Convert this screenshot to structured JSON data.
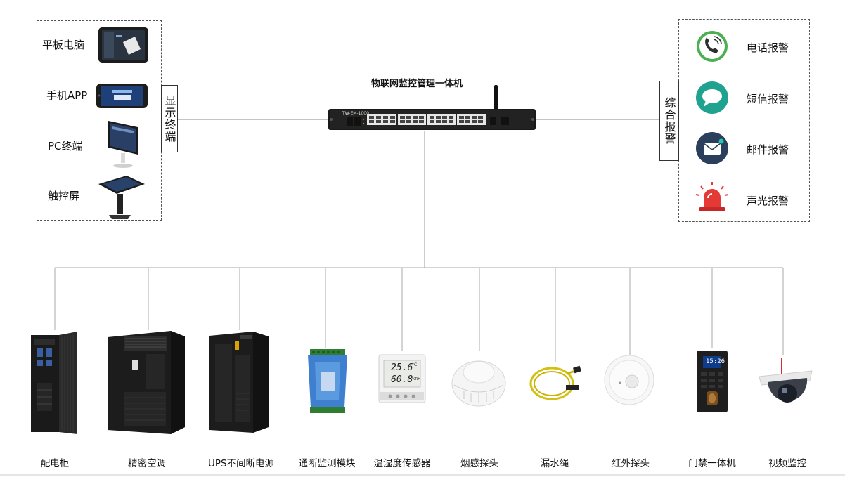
{
  "hub": {
    "title": "物联网监控管理一体机",
    "model": "TW-EM-1000"
  },
  "display_group": {
    "label": "显示终端",
    "terminals": [
      {
        "label": "平板电脑",
        "icon": "tablet-icon"
      },
      {
        "label": "手机APP",
        "icon": "phone-icon"
      },
      {
        "label": "PC终端",
        "icon": "monitor-icon"
      },
      {
        "label": "触控屏",
        "icon": "kiosk-icon"
      }
    ]
  },
  "alarm_group": {
    "label": "综合报警",
    "alarms": [
      {
        "label": "电话报警",
        "icon": "phone-call-icon",
        "color": "#4caf50"
      },
      {
        "label": "短信报警",
        "icon": "chat-bubble-icon",
        "color": "#1fa38f"
      },
      {
        "label": "邮件报警",
        "icon": "envelope-icon",
        "color": "#2b3e5c"
      },
      {
        "label": "声光报警",
        "icon": "alarm-light-icon",
        "color": "#e53935"
      }
    ]
  },
  "devices": [
    {
      "label": "配电柜",
      "icon": "power-cabinet-icon"
    },
    {
      "label": "精密空调",
      "icon": "precision-ac-icon"
    },
    {
      "label": "UPS不间断电源",
      "icon": "ups-icon"
    },
    {
      "label": "通断监测模块",
      "icon": "io-module-icon"
    },
    {
      "label": "温湿度传感器",
      "icon": "temp-humidity-sensor-icon",
      "readout_temp": "25.6",
      "temp_unit": "°C",
      "readout_hum": "60.8",
      "hum_unit": "%RH"
    },
    {
      "label": "烟感探头",
      "icon": "smoke-detector-icon"
    },
    {
      "label": "漏水绳",
      "icon": "leak-rope-icon"
    },
    {
      "label": "红外探头",
      "icon": "infrared-detector-icon"
    },
    {
      "label": "门禁一体机",
      "icon": "access-control-icon",
      "screen_time": "15:26"
    },
    {
      "label": "视频监控",
      "icon": "dome-camera-icon"
    }
  ]
}
